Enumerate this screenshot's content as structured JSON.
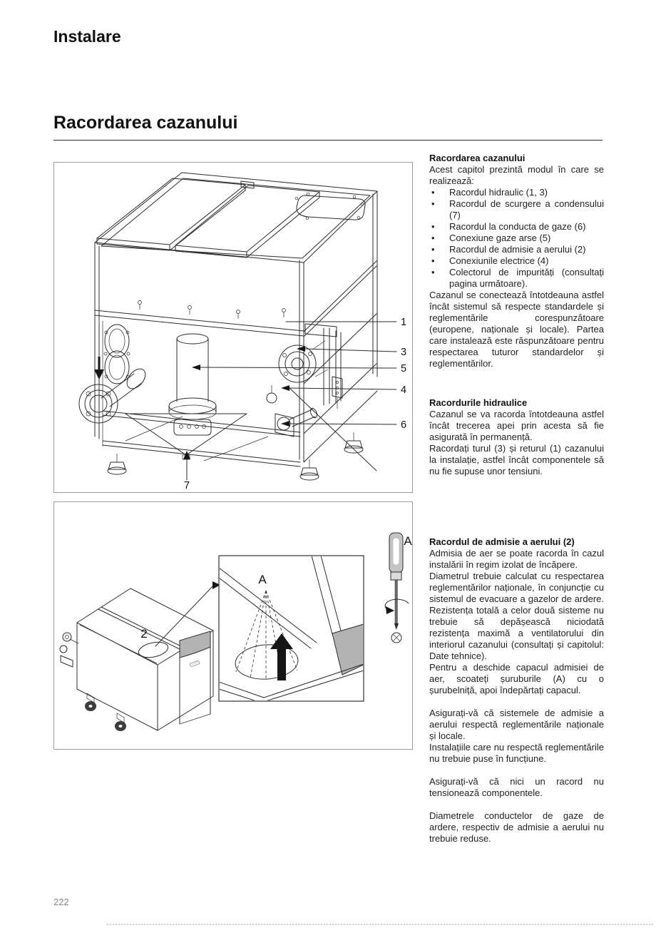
{
  "page": {
    "chapter_title": "Instalare",
    "section_title": "Racordarea cazanului",
    "page_number": "222"
  },
  "column": {
    "intro_block": {
      "heading": "Racordarea cazanului",
      "lead": "Acest capitol prezintă modul în care se realizează:",
      "bullets": [
        "Racordul hidraulic (1, 3)",
        "Racordul de scurgere a condensului (7)",
        "Racordul la conducta de gaze (6)",
        "Conexiune gaze arse (5)",
        "Racordul de admisie a aerului (2)",
        "Conexiunile electrice (4)",
        "Colectorul de impurități (consultați pagina următoare)."
      ],
      "paragraph": "Cazanul se conectează întotdeauna astfel încât sistemul să respecte standardele și reglementările corespunzătoare (europene, naționale și locale). Partea care instalează este răspunzătoare pentru respectarea tuturor standardelor și reglementărilor."
    },
    "hydraulic_block": {
      "heading": "Racordurile hidraulice",
      "paragraphs": [
        "Cazanul se va racorda întotdeauna astfel încât trecerea apei prin acesta să fie asigurată în permanență.",
        "Racordați turul (3) și returul (1) cazanului la instalație, astfel încât componentele să nu fie supuse unor tensiuni."
      ]
    },
    "air_block": {
      "heading": "Racordul de admisie a aerului (2)",
      "paragraphs": [
        "Admisia de aer se poate racorda în cazul instalării în regim izolat de încăpere.",
        "Diametrul trebuie calculat cu respectarea reglementărilor naționale, în conjuncție cu sistemul de evacuare a gazelor de ardere. Rezistența totală a celor două sisteme nu trebuie să depășească niciodată rezistența maximă a ventilatorului din interiorul cazanului (consultați și capitolul: Date tehnice).",
        "Pentru a deschide capacul admisiei de aer, scoateți șuruburile (A) cu o șurubelniță, apoi îndepărtați capacul.",
        "Asigurați-vă că sistemele de admisie a aerului respectă reglementările naționale și locale.",
        "Instalațiile care nu respectă reglementările nu trebuie puse în funcțiune.",
        "Asigurați-vă că nici un racord nu tensionează componentele.",
        "Diametrele conductelor de gaze de ardere, respectiv de admisie a aerului nu trebuie reduse."
      ]
    }
  },
  "figure1": {
    "callouts": {
      "c1": "1",
      "c3": "3",
      "c5": "5",
      "c4": "4",
      "c6": "6",
      "c7": "7"
    }
  },
  "figure2": {
    "labels": {
      "part": "2",
      "inset_screw": "A",
      "screwdriver": "A"
    }
  }
}
